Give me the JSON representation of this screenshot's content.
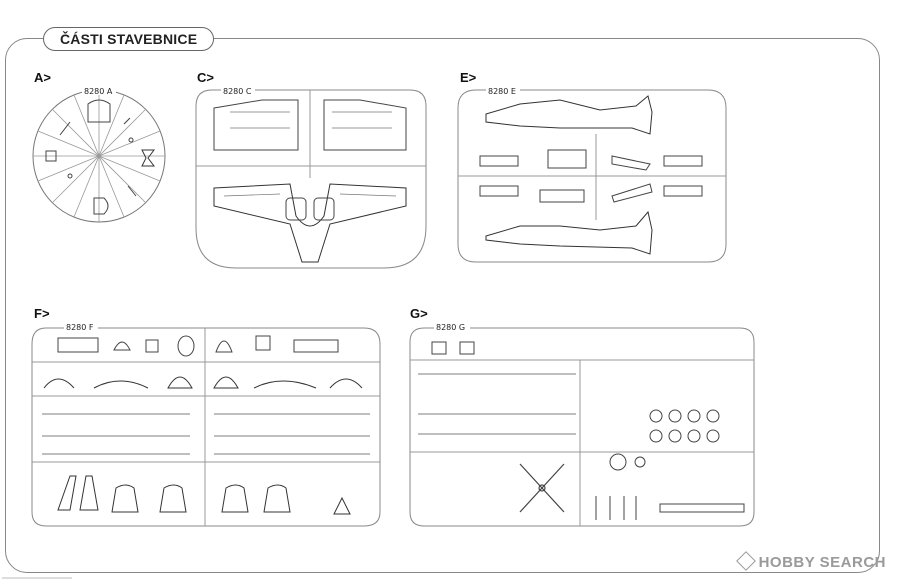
{
  "header": {
    "title": "ČÁSTI STAVEBNICE"
  },
  "sections": {
    "a": {
      "label": "A>",
      "code": "8280 A"
    },
    "c": {
      "label": "C>",
      "code": "8280 C"
    },
    "e": {
      "label": "E>",
      "code": "8280 E"
    },
    "f": {
      "label": "F>",
      "code": "8280 F"
    },
    "g": {
      "label": "G>",
      "code": "8280 G"
    }
  },
  "watermark": {
    "text": "HOBBY SEARCH"
  }
}
